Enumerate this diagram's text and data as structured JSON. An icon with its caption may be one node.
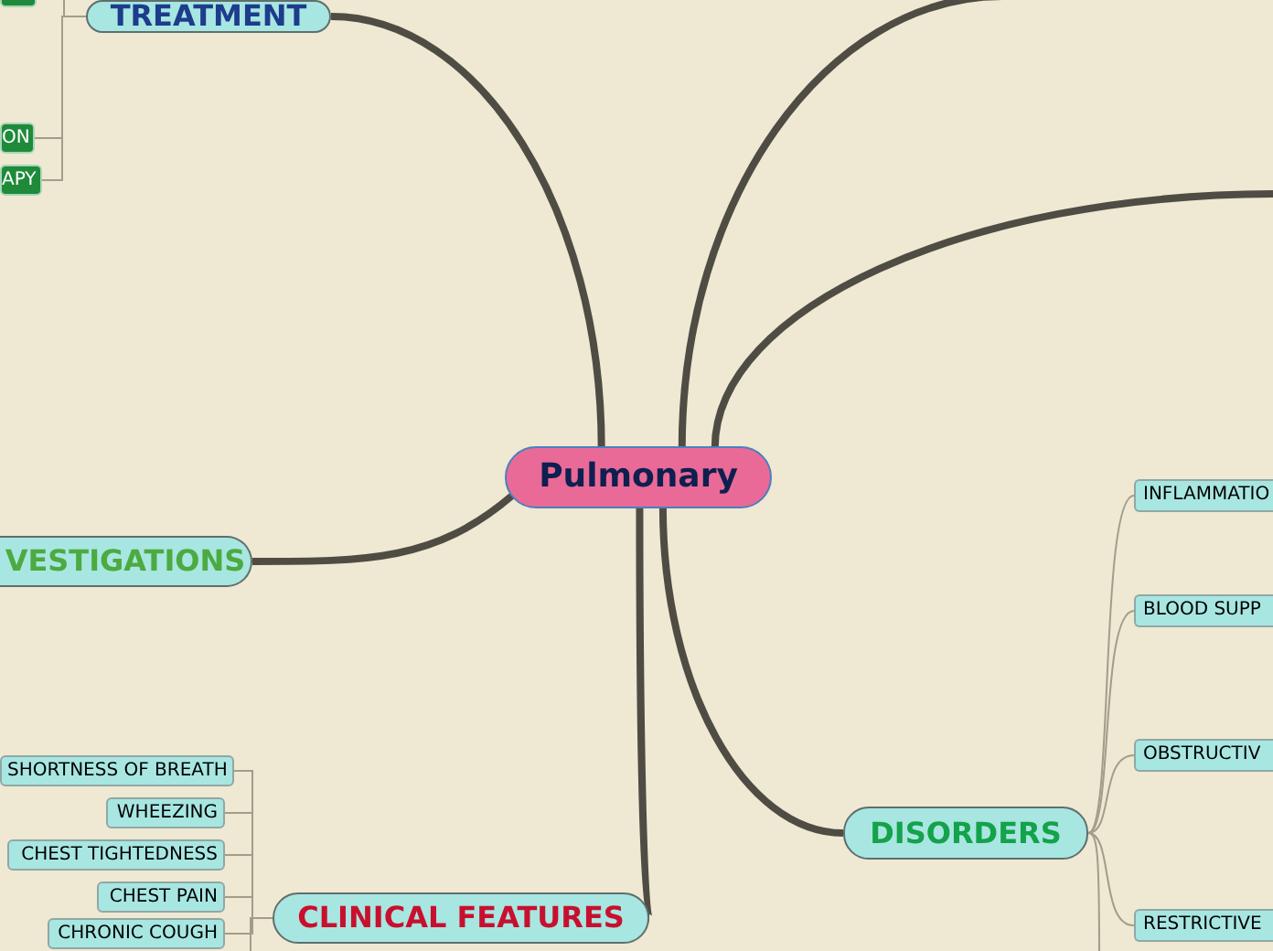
{
  "diagram": {
    "nodes": [
      {
        "text": [
          "Pulmonary"
        ]
      },
      {
        "text": [
          "TREATMENT"
        ]
      },
      {
        "text": [],
        "shape": "box"
      },
      {
        "text": [
          "ON"
        ]
      },
      {
        "text": [
          "APY"
        ]
      },
      {
        "text": [
          "VESTIGATIONS"
        ]
      },
      {
        "text": [
          "CLINICAL FEATURES"
        ]
      },
      {
        "text": [
          "SHORTNESS OF BREATH"
        ]
      },
      {
        "text": [
          "WHEEZING"
        ]
      },
      {
        "text": [
          "CHEST TIGHTEDNESS"
        ]
      },
      {
        "text": [
          "CHEST PAIN"
        ]
      },
      {
        "text": [
          "CHRONIC COUGH"
        ]
      },
      {
        "text": [
          "DISORDERS"
        ]
      },
      {
        "text": [
          "INFLAMMATIO"
        ]
      },
      {
        "text": [
          "BLOOD SUPP"
        ]
      },
      {
        "text": [
          "OBSTRUCTIV"
        ]
      },
      {
        "text": [
          "RESTRICTIVE"
        ]
      }
    ],
    "edges": [
      {
        "from": 0,
        "to": 1,
        "arrow": "none",
        "style": "thick"
      },
      {
        "from": 0,
        "to": null,
        "arrow": "none",
        "style": "thick"
      },
      {
        "from": 0,
        "to": null,
        "arrow": "none",
        "style": "thick"
      },
      {
        "from": 0,
        "to": 5,
        "arrow": "none",
        "style": "thick"
      },
      {
        "from": 0,
        "to": 6,
        "arrow": "none",
        "style": "thick"
      },
      {
        "from": 0,
        "to": 12,
        "arrow": "none",
        "style": "thick"
      },
      {
        "from": 1,
        "to": 2,
        "arrow": "none"
      },
      {
        "from": 1,
        "to": 3,
        "arrow": "none"
      },
      {
        "from": 1,
        "to": 4,
        "arrow": "none"
      },
      {
        "from": 6,
        "to": 7,
        "arrow": "none"
      },
      {
        "from": 6,
        "to": 8,
        "arrow": "none"
      },
      {
        "from": 6,
        "to": 9,
        "arrow": "none"
      },
      {
        "from": 6,
        "to": 10,
        "arrow": "none"
      },
      {
        "from": 6,
        "to": 11,
        "arrow": "none"
      },
      {
        "from": 6,
        "to": null,
        "arrow": "none"
      },
      {
        "from": 12,
        "to": 13,
        "arrow": "none"
      },
      {
        "from": 12,
        "to": 14,
        "arrow": "none"
      },
      {
        "from": 12,
        "to": 15,
        "arrow": "none"
      },
      {
        "from": 12,
        "to": 16,
        "arrow": "none"
      },
      {
        "from": 12,
        "to": null,
        "arrow": "none"
      }
    ]
  }
}
